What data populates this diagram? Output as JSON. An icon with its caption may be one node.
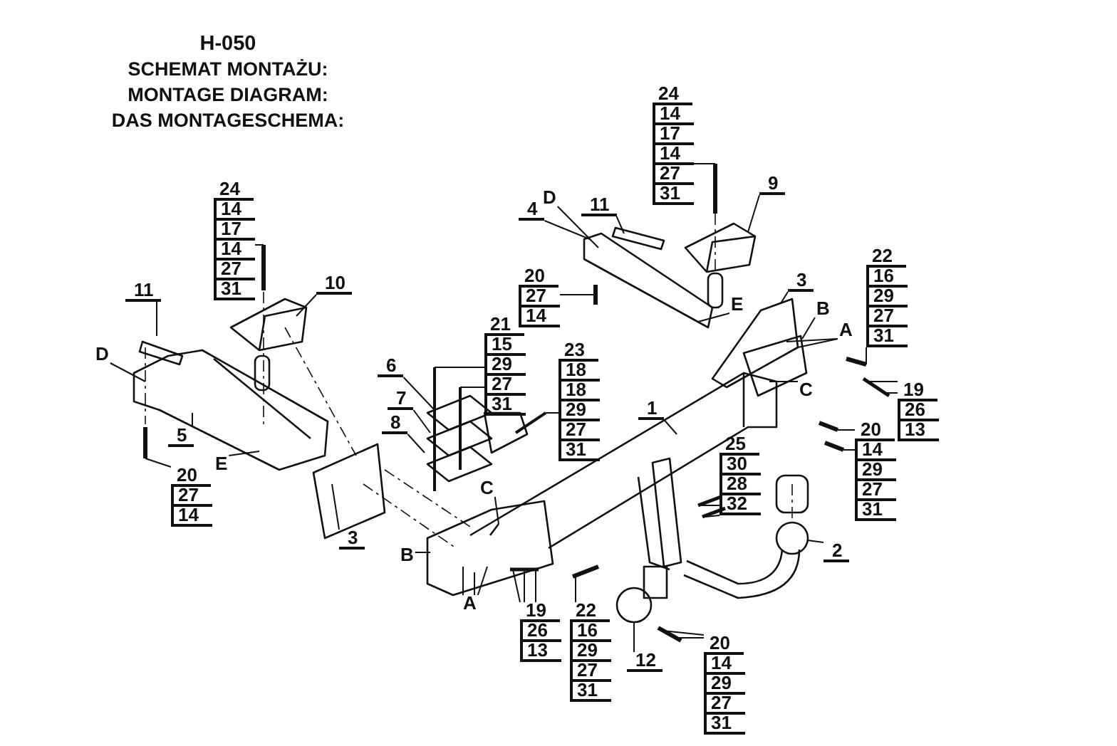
{
  "diagram": {
    "title": "H-050",
    "labels": [
      "SCHEMAT MONTAŻU:",
      "MONTAGE DIAGRAM:",
      "DAS MONTAGESCHEMA:"
    ],
    "nodes": [
      {
        "text": [
          "24",
          "14",
          "17",
          "14",
          "27",
          "31"
        ]
      },
      {
        "text": [
          "10"
        ]
      },
      {
        "text": [
          "11"
        ]
      },
      {
        "text": [
          "D"
        ]
      },
      {
        "text": [
          "5"
        ]
      },
      {
        "text": [
          "E"
        ]
      },
      {
        "text": [
          "20",
          "27",
          "14"
        ]
      },
      {
        "text": [
          "21",
          "15",
          "29",
          "27",
          "31"
        ]
      },
      {
        "text": [
          "6"
        ]
      },
      {
        "text": [
          "7"
        ]
      },
      {
        "text": [
          "8"
        ]
      },
      {
        "text": [
          "3"
        ]
      },
      {
        "text": [
          "C"
        ]
      },
      {
        "text": [
          "B"
        ]
      },
      {
        "text": [
          "A"
        ]
      },
      {
        "text": [
          "19",
          "26",
          "13"
        ]
      },
      {
        "text": [
          "22",
          "16",
          "29",
          "27",
          "31"
        ]
      },
      {
        "text": [
          "12"
        ]
      },
      {
        "text": [
          "20",
          "14",
          "29",
          "27",
          "31"
        ]
      },
      {
        "text": [
          "2"
        ]
      },
      {
        "text": [
          "25",
          "30",
          "28",
          "32"
        ]
      },
      {
        "text": [
          "1"
        ]
      },
      {
        "text": [
          "23",
          "18",
          "18",
          "29",
          "27",
          "31"
        ]
      },
      {
        "text": [
          "20",
          "27",
          "14"
        ]
      },
      {
        "text": [
          "4"
        ]
      },
      {
        "text": [
          "D"
        ]
      },
      {
        "text": [
          "11"
        ]
      },
      {
        "text": [
          "24",
          "14",
          "17",
          "14",
          "27",
          "31"
        ]
      },
      {
        "text": [
          "9"
        ]
      },
      {
        "text": [
          "E"
        ]
      },
      {
        "text": [
          "3"
        ]
      },
      {
        "text": [
          "B"
        ]
      },
      {
        "text": [
          "A"
        ]
      },
      {
        "text": [
          "C"
        ]
      },
      {
        "text": [
          "22",
          "16",
          "29",
          "27",
          "31"
        ]
      },
      {
        "text": [
          "19",
          "26",
          "13"
        ]
      },
      {
        "text": [
          "20",
          "14",
          "29",
          "27",
          "31"
        ]
      },
      {
        "text": [],
        "shape": "circle"
      },
      {
        "text": [],
        "shape": "circle"
      }
    ],
    "edges": [
      {
        "from": 0,
        "to": null,
        "arrow": "none"
      },
      {
        "from": 1,
        "to": null,
        "arrow": "none"
      },
      {
        "from": 2,
        "to": null,
        "arrow": "none"
      },
      {
        "from": 3,
        "to": null,
        "arrow": "none"
      },
      {
        "from": 4,
        "to": null,
        "arrow": "none"
      },
      {
        "from": 5,
        "to": null,
        "arrow": "none"
      },
      {
        "from": 6,
        "to": null,
        "arrow": "none"
      },
      {
        "from": 7,
        "to": null,
        "arrow": "none"
      },
      {
        "from": 7,
        "to": null,
        "arrow": "none"
      },
      {
        "from": 8,
        "to": null,
        "arrow": "none"
      },
      {
        "from": 9,
        "to": null,
        "arrow": "none"
      },
      {
        "from": 10,
        "to": null,
        "arrow": "none"
      },
      {
        "from": 11,
        "to": null,
        "arrow": "none"
      },
      {
        "from": 12,
        "to": null,
        "arrow": "none"
      },
      {
        "from": 13,
        "to": null,
        "arrow": "none"
      },
      {
        "from": 14,
        "to": null,
        "arrow": "none"
      },
      {
        "from": 14,
        "to": null,
        "arrow": "none"
      },
      {
        "from": 14,
        "to": null,
        "arrow": "none"
      },
      {
        "from": 15,
        "to": null,
        "arrow": "none"
      },
      {
        "from": 15,
        "to": null,
        "arrow": "none"
      },
      {
        "from": 15,
        "to": null,
        "arrow": "none"
      },
      {
        "from": 16,
        "to": null,
        "arrow": "none"
      },
      {
        "from": 17,
        "to": 37,
        "arrow": "none"
      },
      {
        "from": 18,
        "to": null,
        "arrow": "none"
      },
      {
        "from": 18,
        "to": null,
        "arrow": "none"
      },
      {
        "from": 19,
        "to": 38,
        "arrow": "none"
      },
      {
        "from": 20,
        "to": null,
        "arrow": "none"
      },
      {
        "from": 20,
        "to": null,
        "arrow": "none"
      },
      {
        "from": 21,
        "to": null,
        "arrow": "none"
      },
      {
        "from": 22,
        "to": null,
        "arrow": "none"
      },
      {
        "from": 23,
        "to": null,
        "arrow": "none"
      },
      {
        "from": 24,
        "to": null,
        "arrow": "none"
      },
      {
        "from": 25,
        "to": null,
        "arrow": "none"
      },
      {
        "from": 26,
        "to": null,
        "arrow": "none"
      },
      {
        "from": 27,
        "to": null,
        "arrow": "none"
      },
      {
        "from": 28,
        "to": null,
        "arrow": "none"
      },
      {
        "from": 29,
        "to": null,
        "arrow": "none"
      },
      {
        "from": 30,
        "to": null,
        "arrow": "none"
      },
      {
        "from": 31,
        "to": null,
        "arrow": "none"
      },
      {
        "from": 32,
        "to": null,
        "arrow": "none"
      },
      {
        "from": 32,
        "to": null,
        "arrow": "none"
      },
      {
        "from": 33,
        "to": null,
        "arrow": "none"
      },
      {
        "from": 34,
        "to": null,
        "arrow": "none"
      },
      {
        "from": 35,
        "to": null,
        "arrow": "none"
      },
      {
        "from": 35,
        "to": null,
        "arrow": "none"
      },
      {
        "from": 36,
        "to": null,
        "arrow": "none"
      },
      {
        "from": 36,
        "to": null,
        "arrow": "none"
      }
    ]
  }
}
